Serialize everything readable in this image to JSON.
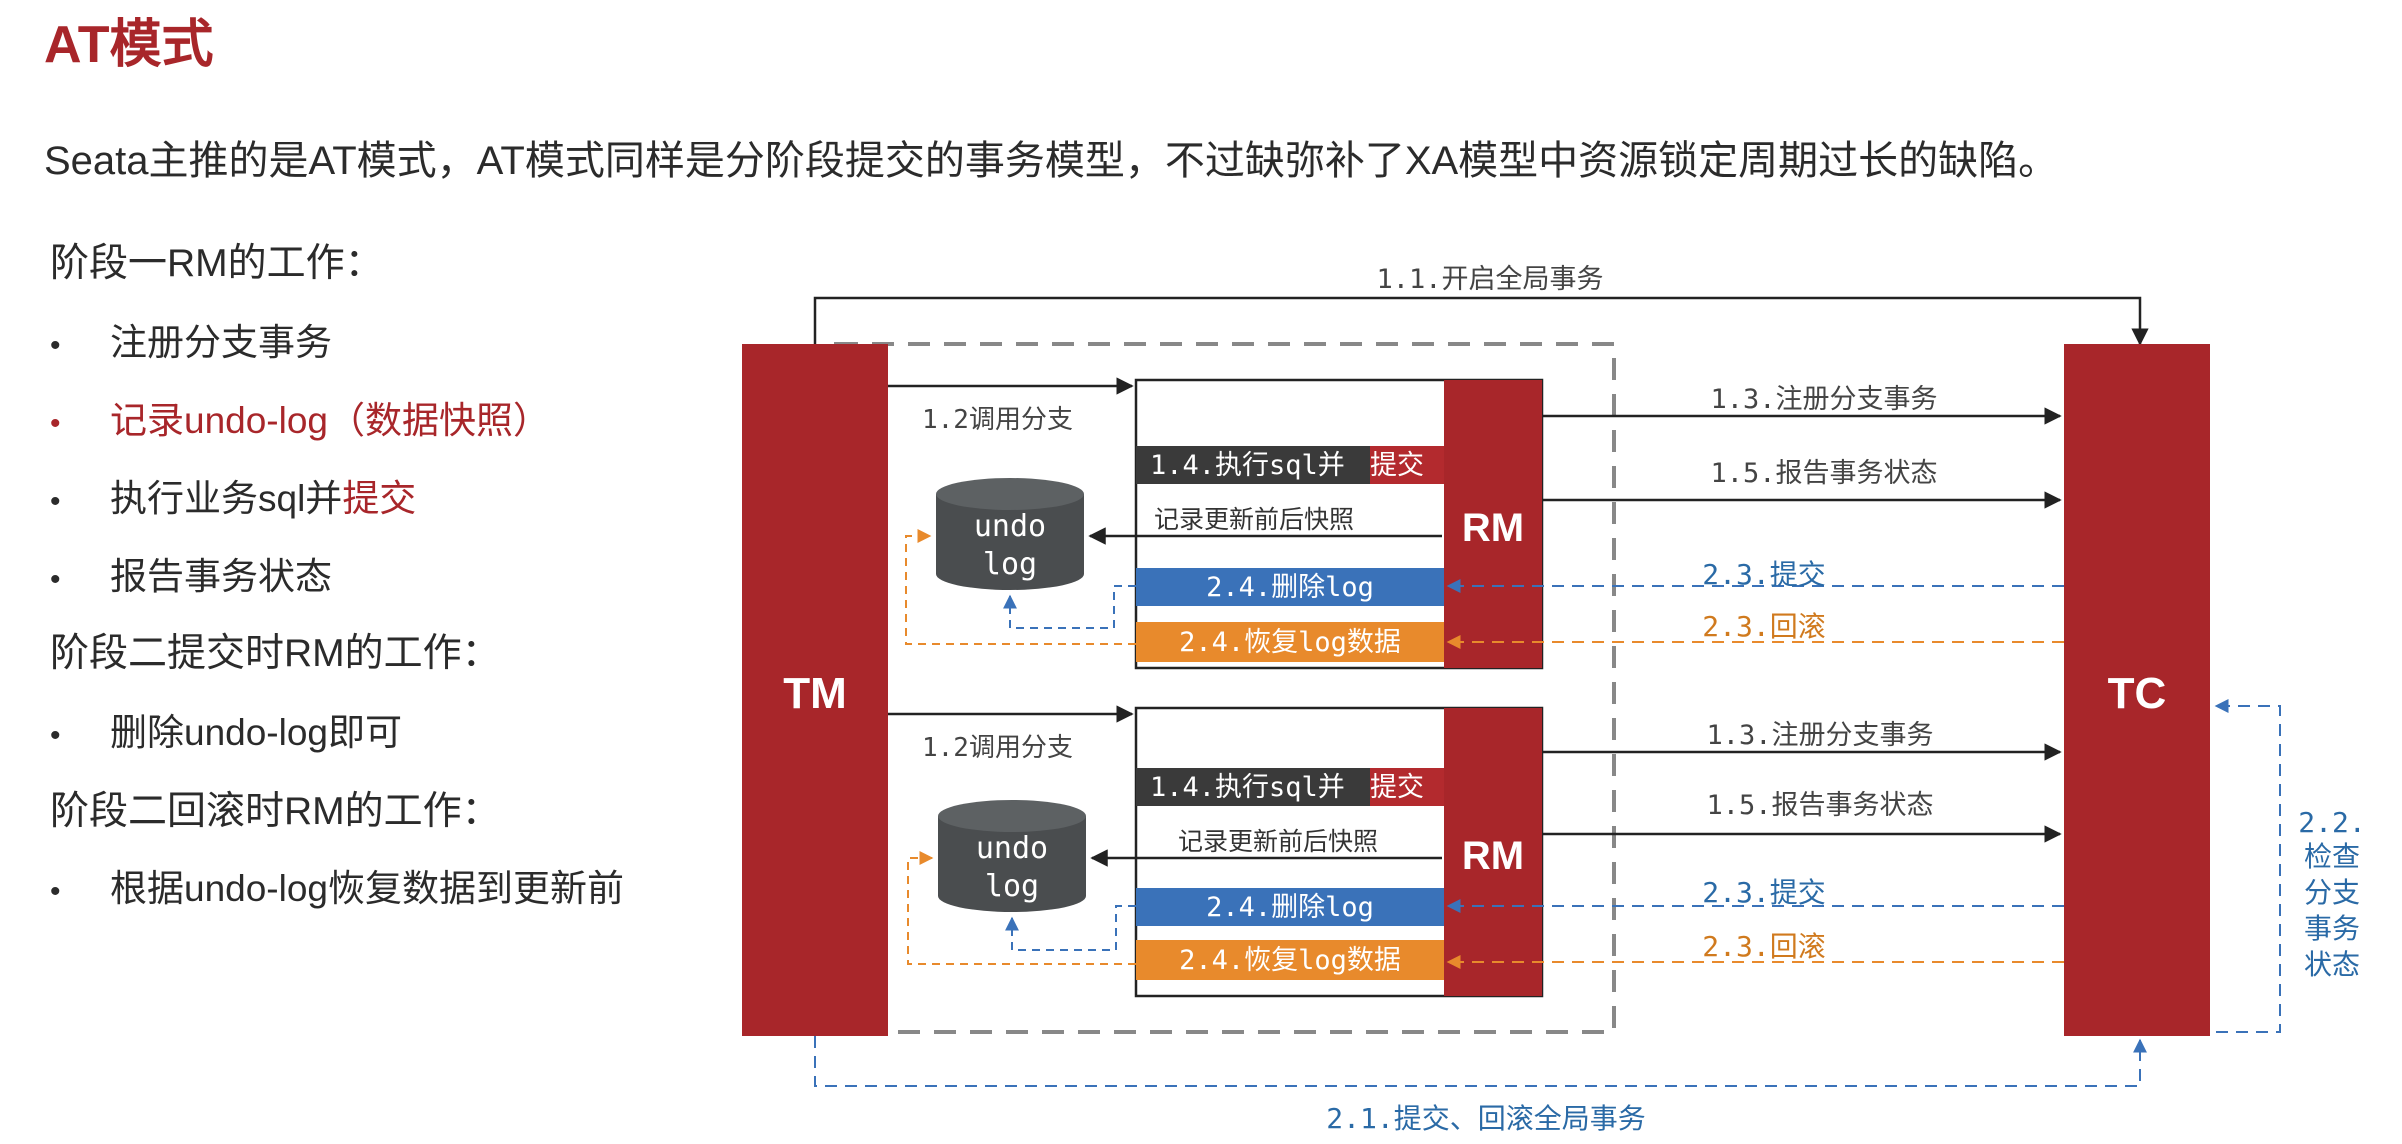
{
  "title": "AT模式",
  "intro": "Seata主推的是AT模式，AT模式同样是分阶段提交的事务模型，不过缺弥补了XA模型中资源锁定周期过长的缺陷。",
  "phase1": {
    "heading": "阶段一RM的工作：",
    "items": [
      {
        "text": "注册分支事务"
      },
      {
        "text": "记录undo-log（数据快照）"
      },
      {
        "prefix": "执行业务sql并",
        "highlight": "提交"
      },
      {
        "text": "报告事务状态"
      }
    ]
  },
  "phase2_commit": {
    "heading": "阶段二提交时RM的工作：",
    "items": [
      {
        "text": "删除undo-log即可"
      }
    ]
  },
  "phase2_rollback": {
    "heading": "阶段二回滚时RM的工作：",
    "items": [
      {
        "text": "根据undo-log恢复数据到更新前"
      }
    ]
  },
  "bullet_symbol": "•",
  "diagram": {
    "tm": "TM",
    "tc": "TC",
    "rm": "RM",
    "undo_line1": "undo",
    "undo_line2": "log",
    "begin_global": "1.1.开启全局事务",
    "call_branch": "1.2调用分支",
    "register_branch": "1.3.注册分支事务",
    "exec_sql_prefix": "1.4.执行sql并",
    "exec_sql_commit": "提交",
    "report_status": "1.5.报告事务状态",
    "record_snapshot": "记录更新前后快照",
    "delete_log": "2.4.删除log",
    "restore_log": "2.4.恢复log数据",
    "commit": "2.3.提交",
    "rollback": "2.3.回滚",
    "check_status_lines": [
      "2.2.",
      "检查",
      "分支",
      "事务",
      "状态"
    ],
    "global_commit_rollback": "2.1.提交、回滚全局事务"
  },
  "colors": {
    "brand_red": "#a8262a",
    "blue": "#3a72b9",
    "orange": "#e88a2c",
    "dark": "#333333",
    "undo_db": "#4a4d4f"
  }
}
